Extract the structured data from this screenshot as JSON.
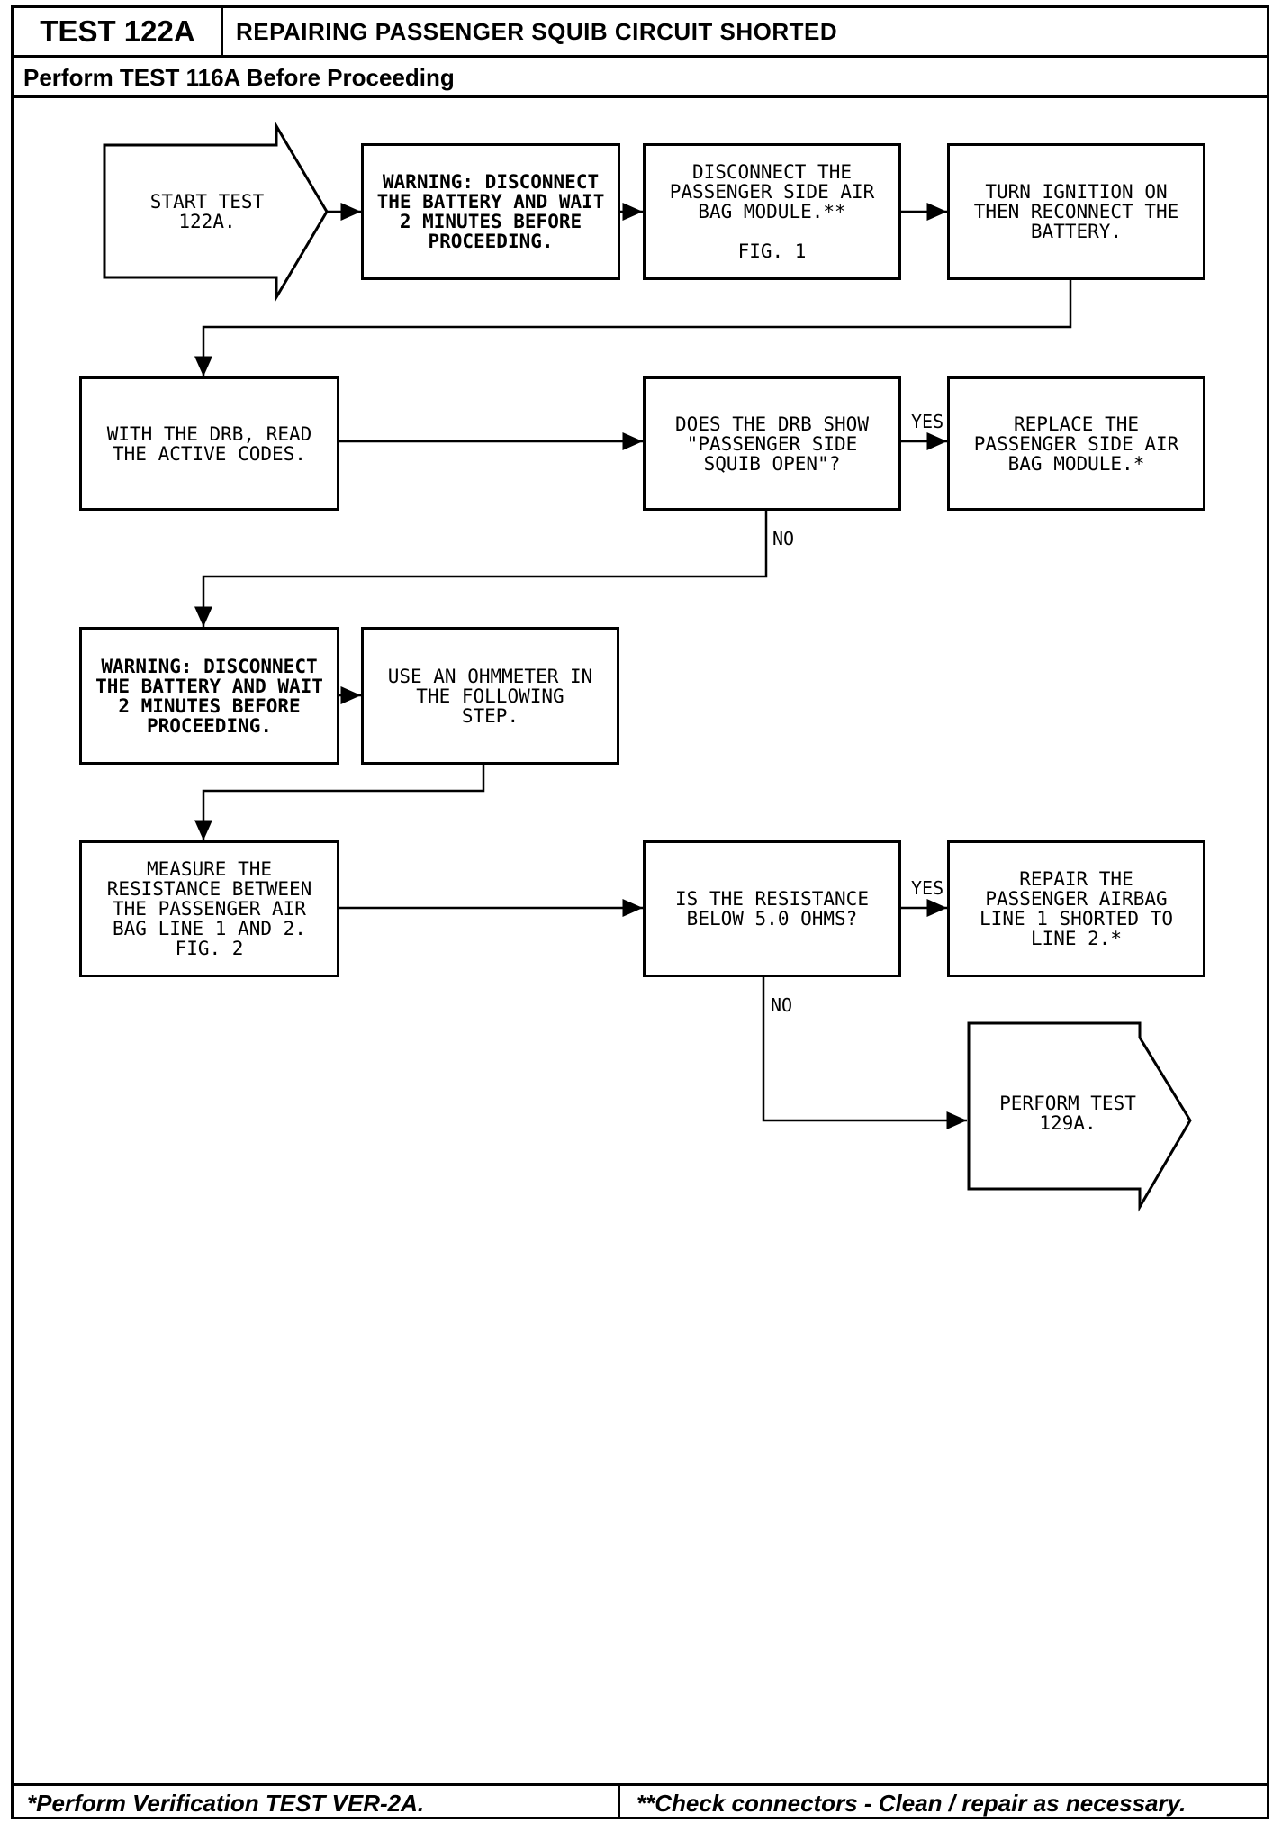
{
  "header": {
    "test_id": "TEST 122A",
    "title": "REPAIRING PASSENGER SQUIB CIRCUIT SHORTED",
    "prerequisite": "Perform TEST 116A Before Proceeding"
  },
  "flowchart": {
    "start": "START TEST\n122A.",
    "warn1": "WARNING: DISCONNECT\nTHE BATTERY AND WAIT\n2 MINUTES BEFORE\nPROCEEDING.",
    "disconnect_module": "DISCONNECT THE\nPASSENGER SIDE AIR\nBAG MODULE.**\n\nFIG. 1",
    "ignition_on": "TURN IGNITION ON\nTHEN RECONNECT THE\nBATTERY.",
    "read_codes": "WITH THE DRB, READ\nTHE ACTIVE CODES.",
    "decision_open": "DOES THE DRB SHOW\n\"PASSENGER SIDE\nSQUIB OPEN\"?",
    "replace_module": "REPLACE THE\nPASSENGER SIDE AIR\nBAG MODULE.*",
    "warn2": "WARNING: DISCONNECT\nTHE BATTERY AND WAIT\n2 MINUTES BEFORE\nPROCEEDING.",
    "use_ohmmeter": "USE AN OHMMETER IN\nTHE FOLLOWING\nSTEP.",
    "measure": "MEASURE THE\nRESISTANCE BETWEEN\nTHE PASSENGER AIR\nBAG LINE 1 AND 2.\nFIG. 2",
    "decision_resistance": "IS THE RESISTANCE\nBELOW 5.0 OHMS?",
    "repair_line": "REPAIR THE\nPASSENGER AIRBAG\nLINE 1 SHORTED TO\nLINE 2.*",
    "perform_129a": "PERFORM TEST\n129A.",
    "yes_label": "YES",
    "no_label": "NO"
  },
  "footer": {
    "left_note": "*Perform Verification TEST VER-2A.",
    "right_note": "**Check connectors - Clean / repair as necessary."
  }
}
